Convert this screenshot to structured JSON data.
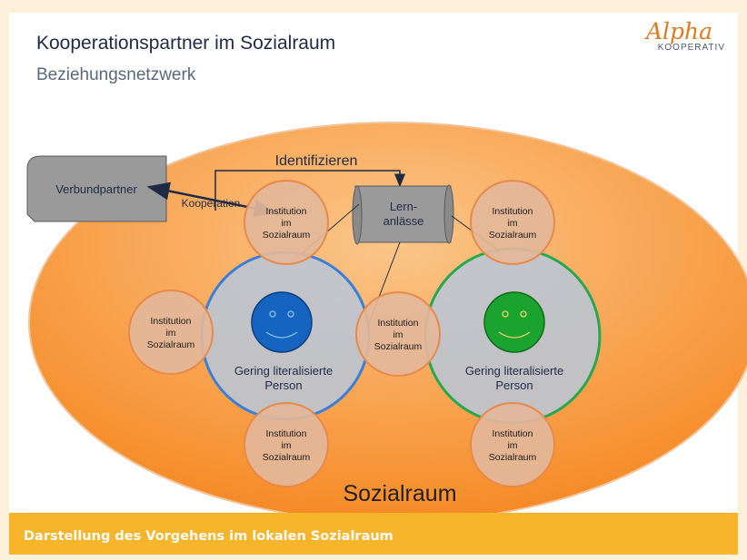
{
  "header": {
    "title": "Kooperationspartner im Sozialraum",
    "subtitle": "Beziehungsnetzwerk"
  },
  "logo": {
    "script_text": "Alpha",
    "sub_text": "KOOPERATIV"
  },
  "diagram": {
    "area_label": "Sozialraum",
    "verbund_label": "Verbundpartner",
    "cooperation_label": "Kooperation",
    "identify_label": "Identifizieren",
    "scroll_label_line1": "Lern-",
    "scroll_label_line2": "anlässe",
    "institution_line1": "Institution",
    "institution_line2": "im",
    "institution_line3": "Sozialraum",
    "person_left_line1": "Gering literalisierte",
    "person_left_line2": "Person",
    "person_right_line1": "Gering literalisierte",
    "person_right_line2": "Person",
    "colors": {
      "area": "#f7a04a",
      "institution": "#e3b79a",
      "institution_border": "#e8894a",
      "person_left_ring": "#3c7ed8",
      "person_right_ring": "#27a84f",
      "smiley_left": "#1565c0",
      "smiley_right": "#1aa32e",
      "box": "#9a9a9a"
    }
  },
  "footer": {
    "text": "Darstellung des Vorgehens im lokalen Sozialraum"
  }
}
